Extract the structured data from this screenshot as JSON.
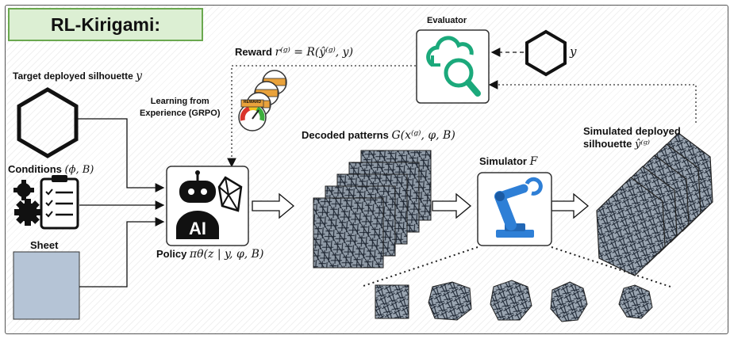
{
  "title": "RL-Kirigami:",
  "labels": {
    "target": "Target deployed silhouette",
    "target_sym": "y",
    "conditions": "Conditions",
    "conditions_sym": "(ϕ, B)",
    "sheet": "Sheet",
    "learning_line1": "Learning from",
    "learning_line2": "Experience (GRPO)",
    "reward": "Reward",
    "reward_sym": "r⁽ᵍ⁾ = R(ŷ⁽ᵍ⁾, y)",
    "evaluator": "Evaluator",
    "evaluator_target_sym": "y",
    "policy": "Policy",
    "policy_sym": "πθ(z | y, φ, B)",
    "decoded": "Decoded patterns",
    "decoded_sym": "G(x⁽ᵍ⁾, φ, B)",
    "simulator": "Simulator",
    "simulator_sym": "F",
    "simulated_line1": "Simulated deployed",
    "simulated_line2": "silhouette",
    "simulated_sym": "ŷ⁽ᵍ⁾",
    "ai_badge": "AI",
    "reward_badge": "REWARD"
  },
  "colors": {
    "title_bg": "#dcefd3",
    "title_border": "#6aa84f",
    "evaluator_accent": "#1ba97b",
    "simulator_accent": "#2e7fd6",
    "sheet_fill": "#b5c4d6",
    "pattern_fill": "#8f9aa6"
  },
  "icons": [
    "hexagon-icon",
    "gears-icon",
    "clipboard-checklist-icon",
    "robot-ai-icon",
    "cloud-search-icon",
    "robot-arm-icon",
    "reward-gauge-icon"
  ]
}
